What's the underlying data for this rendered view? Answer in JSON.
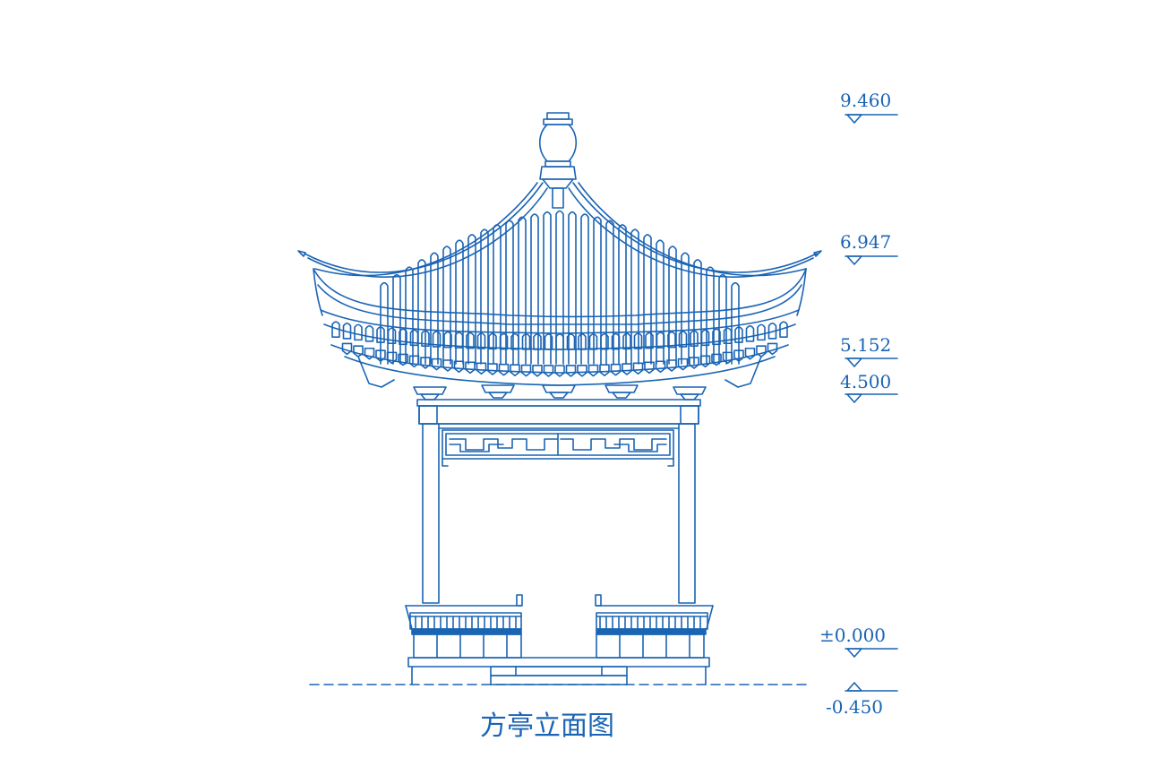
{
  "drawing": {
    "title": "方亭立面图",
    "line_color": "#1a64b4",
    "background": "#ffffff"
  },
  "elevations": [
    {
      "id": "e1",
      "label": "9.460"
    },
    {
      "id": "e2",
      "label": "6.947"
    },
    {
      "id": "e3",
      "label": "5.152"
    },
    {
      "id": "e4",
      "label": "4.500"
    },
    {
      "id": "e5",
      "label": "±0.000"
    },
    {
      "id": "e6",
      "label": "-0.450"
    }
  ]
}
